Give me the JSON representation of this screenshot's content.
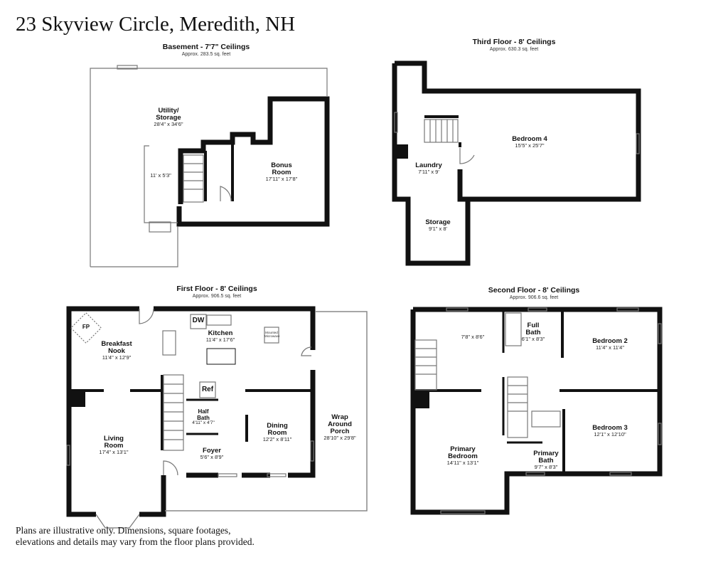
{
  "title": "23 Skyview Circle, Meredith, NH",
  "disclaimer": [
    "Plans are illustrative only. Dimensions, square footages,",
    "elevations and details may vary from the floor plans provided."
  ],
  "floors": {
    "basement": {
      "title": "Basement - 7'7\" Ceilings",
      "area": "Approx. 283.5 sq. feet",
      "rooms": [
        {
          "name": "Utility/",
          "name2": "Storage",
          "dims": "28'4\" x 34'6\""
        },
        {
          "dims": "11' x 5'3\""
        },
        {
          "name": "Bonus",
          "name2": "Room",
          "dims": "17'11\" x 17'8\""
        }
      ]
    },
    "third": {
      "title": "Third Floor - 8' Ceilings",
      "area": "Approx. 630.3 sq. feet",
      "rooms": [
        {
          "name": "Bedroom 4",
          "dims": "15'5\" x 25'7\""
        },
        {
          "name": "Laundry",
          "dims": "7'11\" x 9'"
        },
        {
          "name": "Storage",
          "dims": "9'1\" x 8'"
        }
      ]
    },
    "first": {
      "title": "First Floor - 8' Ceilings",
      "area": "Approx. 906.5 sq. feet",
      "rooms": [
        {
          "name": "Breakfast",
          "name2": "Nook",
          "dims": "11'4\" x 12'9\""
        },
        {
          "name": "Kitchen",
          "dims": "11'4\" x 17'6\""
        },
        {
          "name": "Living",
          "name2": "Room",
          "dims": "17'4\" x 13'1\""
        },
        {
          "name": "Dining",
          "name2": "Room",
          "dims": "12'2\" x 8'11\""
        },
        {
          "name": "Foyer",
          "dims": "5'6\" x 8'9\""
        },
        {
          "name": "Half",
          "name2": "Bath",
          "dims": "4'11\" x 4'7\""
        },
        {
          "name": "Wrap",
          "name2": "Around",
          "name3": "Porch",
          "dims": "28'10\" x 29'8\""
        }
      ],
      "fixtures": {
        "fp": "FP",
        "dw": "DW",
        "ref": "Ref",
        "microwave": "Mounted Microwave"
      }
    },
    "second": {
      "title": "Second Floor - 8' Ceilings",
      "area": "Approx. 906.6 sq. feet",
      "rooms": [
        {
          "dims": "7'8\" x 8'6\""
        },
        {
          "name": "Full",
          "name2": "Bath",
          "dims": "6'1\" x 8'3\""
        },
        {
          "name": "Bedroom 2",
          "dims": "11'4\" x 11'4\""
        },
        {
          "name": "Bedroom 3",
          "dims": "12'1\" x 12'10\""
        },
        {
          "name": "Primary",
          "name2": "Bedroom",
          "dims": "14'11\" x 13'1\""
        },
        {
          "name": "Primary",
          "name2": "Bath",
          "dims": "9'7\" x 8'3\""
        }
      ]
    }
  }
}
